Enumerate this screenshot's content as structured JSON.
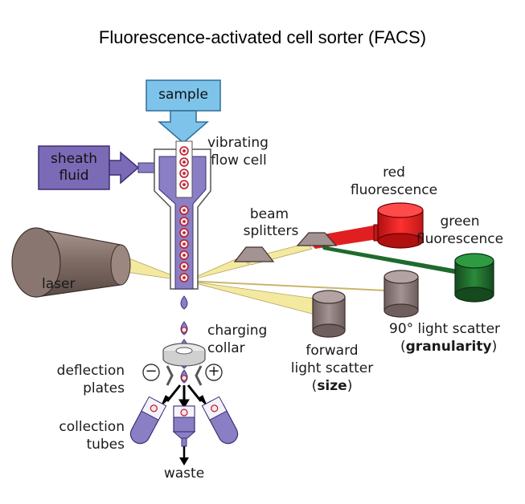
{
  "title": "Fluorescence-activated cell sorter (FACS)",
  "labels": {
    "sample": "sample",
    "sheath_line1": "sheath",
    "sheath_line2": "fluid",
    "vibrating_line1": "vibrating",
    "vibrating_line2": "flow cell",
    "red_line1": "red",
    "red_line2": "fluorescence",
    "beam_line1": "beam",
    "beam_line2": "splitters",
    "green_line1": "green",
    "green_line2": "fluorescence",
    "laser": "laser",
    "scatter90_line1": "90° light scatter",
    "scatter90_open": "(",
    "scatter90_bold": "granularity",
    "scatter90_close": ")",
    "charging_line1": "charging",
    "charging_line2": "collar",
    "forward_line1": "forward",
    "forward_line2": "light scatter",
    "forward_open": "(",
    "forward_bold": "size",
    "forward_close": ")",
    "deflection_line1": "deflection",
    "deflection_line2": "plates",
    "collection_line1": "collection",
    "collection_line2": "tubes",
    "waste": "waste",
    "minus": "−",
    "plus": "+"
  },
  "colors": {
    "sample_box": "#7ec3ea",
    "sheath_box": "#7b6ab5",
    "purple_fluid": "#8a7fc4",
    "red_detector": "#e02020",
    "green_detector": "#1e6b2c",
    "gray_detector": "#8a7a7a",
    "beam": "#f3eaa0",
    "cell_red": "#b81c2c"
  }
}
